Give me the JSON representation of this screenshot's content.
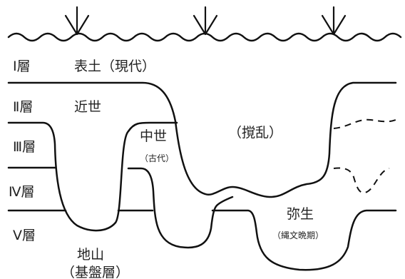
{
  "layers": [
    {
      "id": "I",
      "label": "Ⅰ層"
    },
    {
      "id": "II",
      "label": "Ⅱ層"
    },
    {
      "id": "III",
      "label": "Ⅲ層"
    },
    {
      "id": "IV",
      "label": "Ⅳ層"
    },
    {
      "id": "V",
      "label": "Ⅴ層"
    }
  ],
  "zones": {
    "topsoil": "表土（現代）",
    "early_modern": "近世",
    "medieval": "中世",
    "medieval_note": "（古代）",
    "disturbed": "（撹乱）",
    "yayoi": "弥生",
    "yayoi_note": "（縄文晩期）",
    "bedrock": "地山",
    "bedrock_note": "（基盤層）"
  }
}
